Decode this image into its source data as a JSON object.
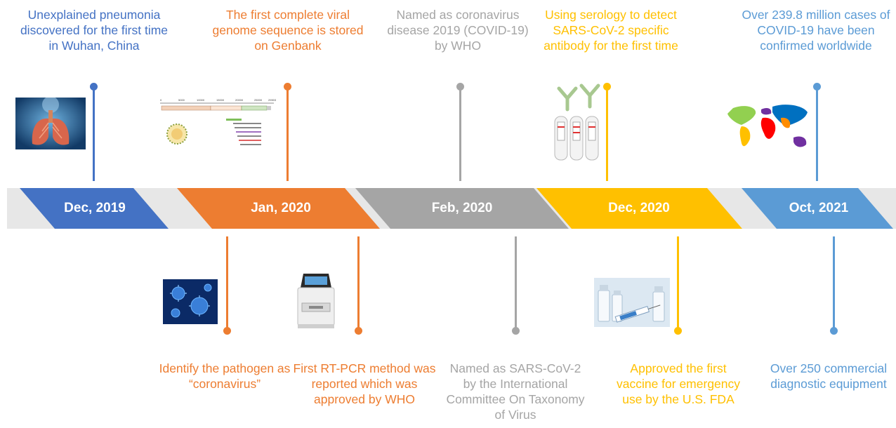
{
  "colors": {
    "blue": "#4472c4",
    "orange": "#ed7d31",
    "gray": "#a5a5a5",
    "gold": "#ffc000",
    "lightblue": "#5b9bd5",
    "band": "#e7e7e7"
  },
  "periods": [
    {
      "label": "Dec, 2019",
      "color": "blue"
    },
    {
      "label": "Jan, 2020",
      "color": "orange"
    },
    {
      "label": "Feb, 2020",
      "color": "gray"
    },
    {
      "label": "Dec, 2020",
      "color": "gold"
    },
    {
      "label": "Oct, 2021",
      "color": "lightblue"
    }
  ],
  "events_top": [
    {
      "text": "Unexplained pneumonia discovered for the first time in Wuhan, China",
      "color": "blue",
      "image": "lungs-image"
    },
    {
      "text": "The first complete viral genome sequence is stored on Genbank",
      "color": "orange",
      "image": "genome-map-image"
    },
    {
      "text": "Named as coronavirus disease 2019 (COVID-19) by WHO",
      "color": "gray",
      "image": ""
    },
    {
      "text": "Using serology to detect SARS-CoV-2 specific antibody for the first time",
      "color": "gold",
      "image": "antibody-test-image"
    },
    {
      "text": "Over 239.8 million cases of COVID-19 have been confirmed worldwide",
      "color": "lightblue",
      "image": "world-map-image"
    }
  ],
  "events_bottom": [
    {
      "text": "Identify the pathogen as “coronavirus”",
      "color": "orange",
      "image": "virus-image"
    },
    {
      "text": "First RT-PCR method was reported  which was approved  by WHO",
      "color": "orange",
      "image": "pcr-machine-image"
    },
    {
      "text": "Named as SARS-CoV-2 by the International Committee On Taxonomy of Virus",
      "color": "gray",
      "image": ""
    },
    {
      "text": "Approved the first vaccine for emergency use by the U.S. FDA",
      "color": "gold",
      "image": "vaccine-image"
    },
    {
      "text": "Over 250 commercial diagnostic equipment",
      "color": "lightblue",
      "image": ""
    }
  ],
  "genome_ticks": [
    "0",
    "5000",
    "10000",
    "15000",
    "20000",
    "25000",
    "29903"
  ]
}
